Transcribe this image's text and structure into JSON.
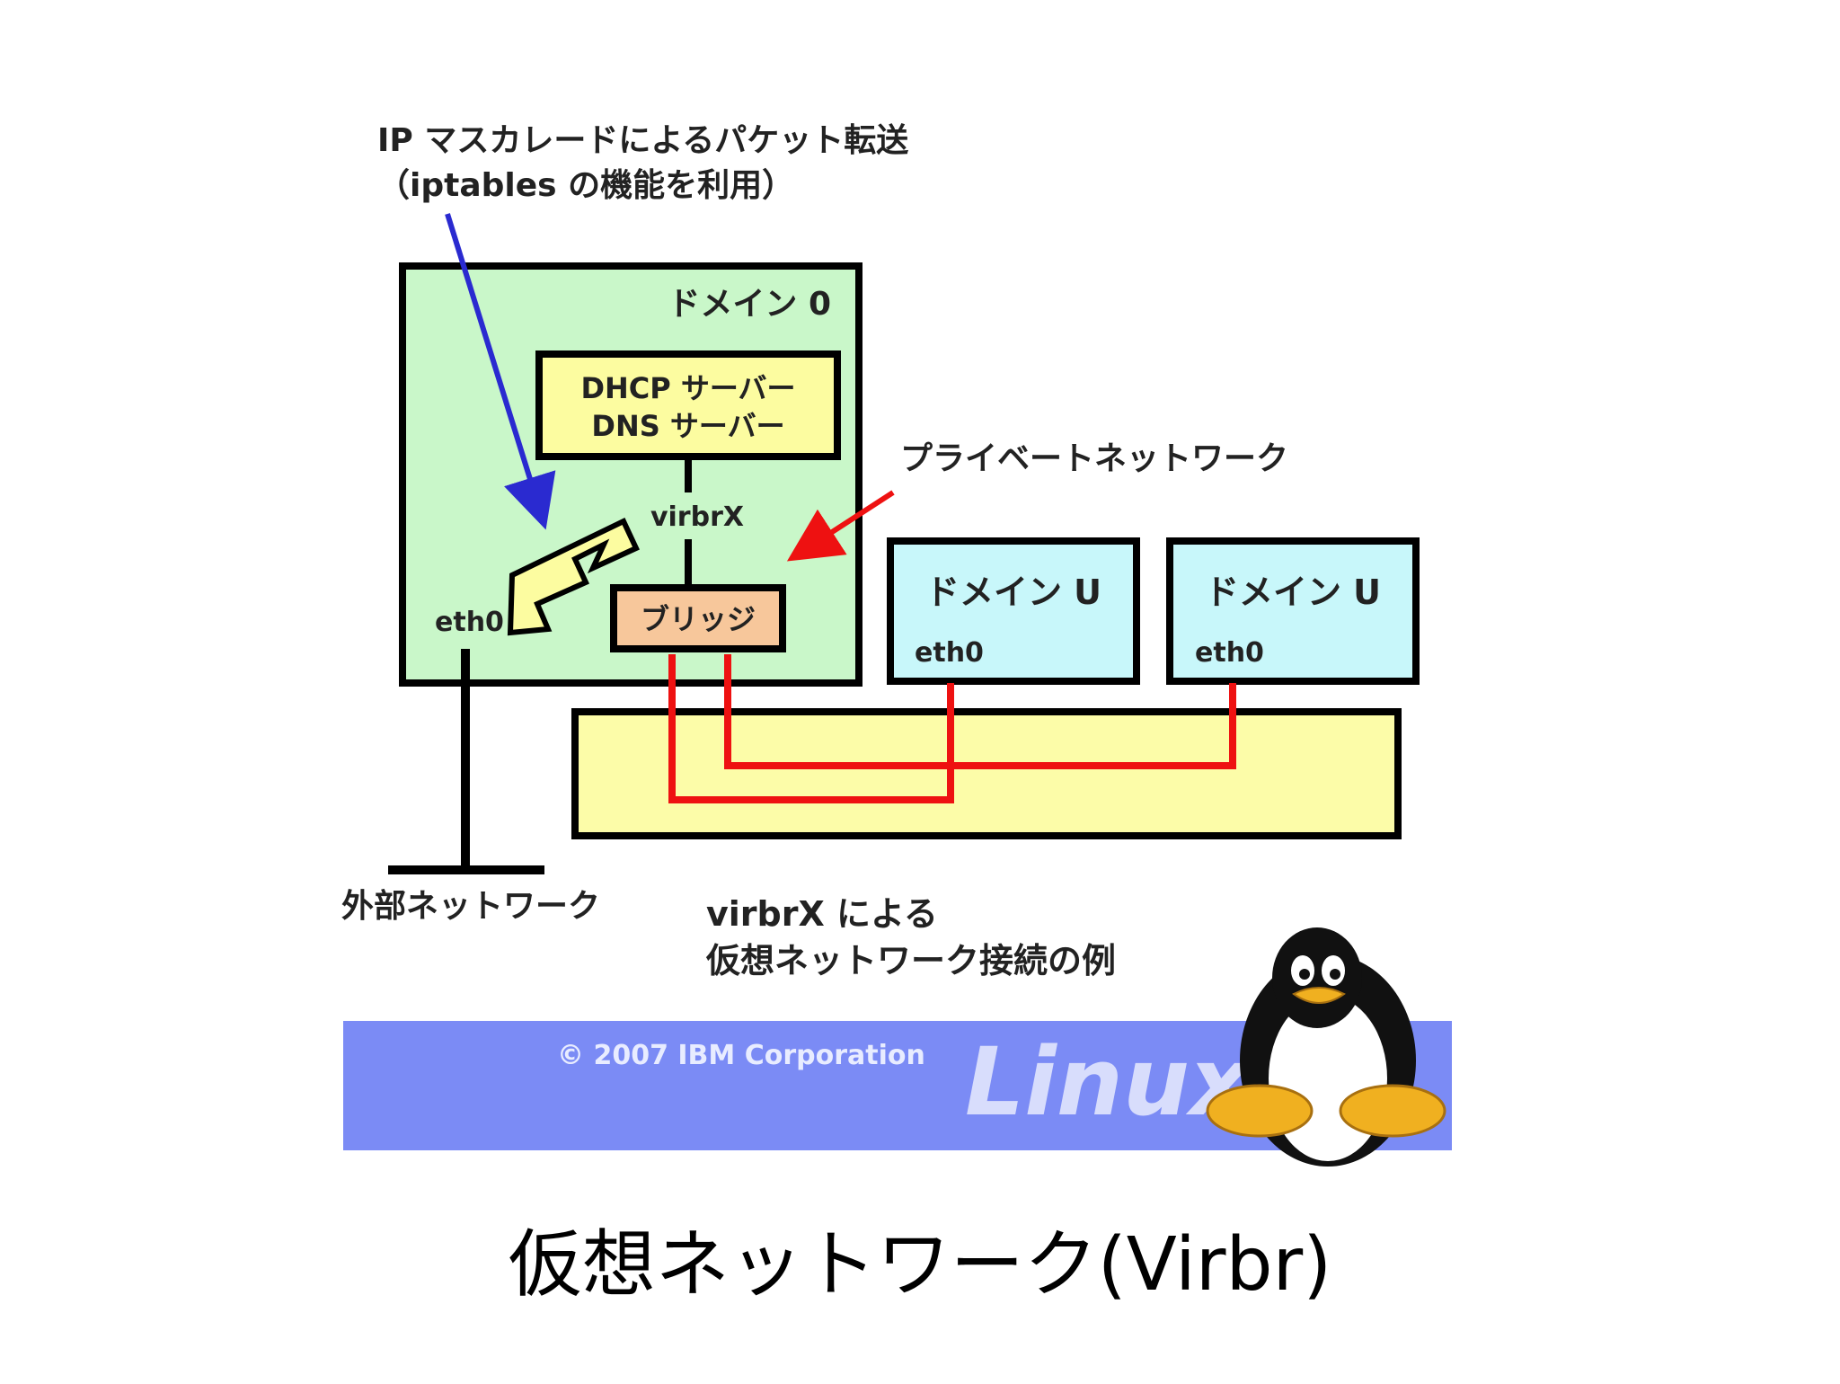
{
  "annotation": {
    "line1": "IP マスカレードによるパケット転送",
    "line2": "（iptables の機能を利用）"
  },
  "dom0": {
    "title": "ドメイン 0",
    "eth": "eth0"
  },
  "server": {
    "line1": "DHCP サーバー",
    "line2": "DNS サーバー"
  },
  "virbr_label": "virbrX",
  "bridge_label": "ブリッジ",
  "private_net_label": "プライベートネットワーク",
  "domu": [
    {
      "title": "ドメイン U",
      "eth": "eth0"
    },
    {
      "title": "ドメイン U",
      "eth": "eth0"
    }
  ],
  "external_net_label": "外部ネットワーク",
  "example": {
    "line1": "virbrX による",
    "line2": "仮想ネットワーク接続の例"
  },
  "footer": {
    "copyright": "© 2007 IBM Corporation",
    "brand": "Linux"
  },
  "caption": "仮想ネットワーク(Virbr)",
  "colors": {
    "dom0_fill": "#c9f7c9",
    "server_fill": "#fcfca0",
    "bridge_fill": "#f7c79b",
    "domu_fill": "#c8f7fa",
    "base_fill": "#fcfca8",
    "private_line": "#ee1111",
    "annotation_arrow": "#2a2ad0",
    "footer_band": "#7b8bf5"
  }
}
